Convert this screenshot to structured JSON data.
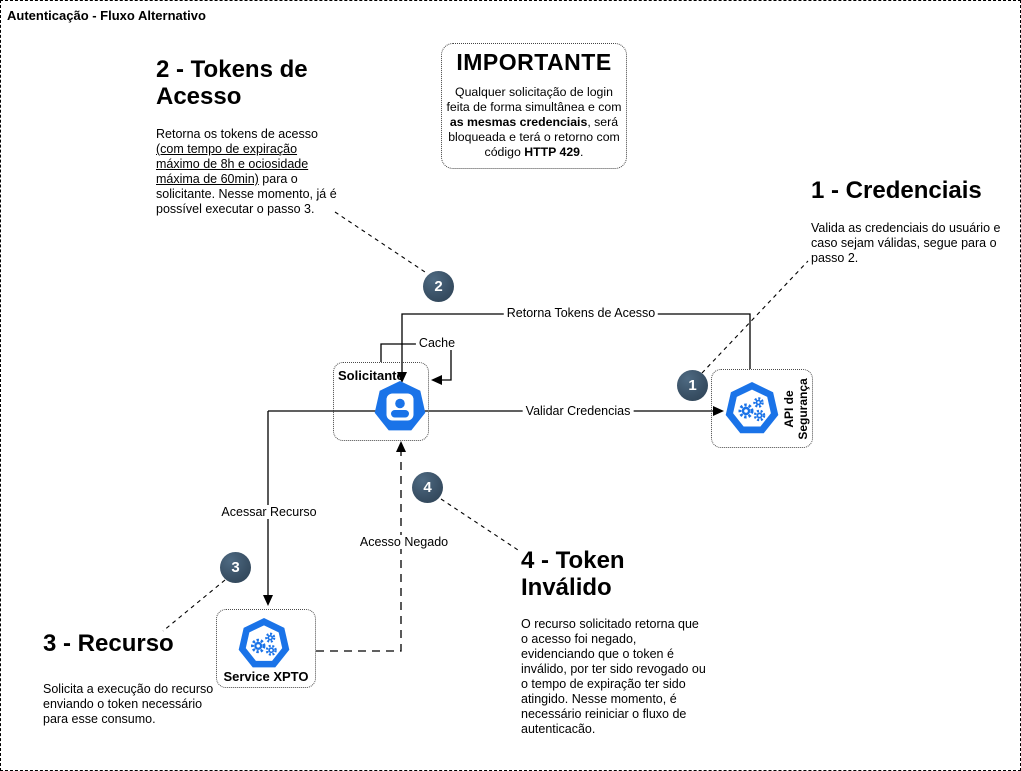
{
  "page": {
    "title": "Autenticação - Fluxo Alternativo"
  },
  "important_note": {
    "title": "IMPORTANTE",
    "body_pre": "Qualquer solicitação de login\nfeita de forma simultânea e com\n",
    "body_bold1": "as mesmas credenciais",
    "body_mid": ", será\nbloqueada e terá o retorno com\ncódigo ",
    "body_bold2": "HTTP 429",
    "body_end": "."
  },
  "steps": {
    "step1": {
      "heading": "1 - Credenciais",
      "body": "Valida as credenciais do usuário e\ncaso sejam válidas, segue para o\npasso 2."
    },
    "step2": {
      "heading": "2 - Tokens de\nAcesso",
      "body_pre": "Retorna os tokens de acesso\n",
      "body_underlined": "(com tempo de expiração\nmáximo de 8h e ociosidade\nmáxima de 60min)",
      "body_end": " para o\nsolicitante. Nesse momento, já é\npossível executar o passo 3."
    },
    "step3": {
      "heading": "3 - Recurso",
      "body": "Solicita a execução do recurso\nenviando o token necessário\npara esse consumo."
    },
    "step4": {
      "heading": "4 - Token\nInválido",
      "body": "O recurso solicitado retorna que\no acesso foi negado,\nevidenciando que o token é\ninválido, por ter sido revogado ou\no tempo de expiração ter sido\natingido. Nesse momento, é\nnecessário reiniciar o fluxo de\nautenticacão."
    }
  },
  "nodes": {
    "solicitante": {
      "label": "Solicitante",
      "icon": "user-heptagon-icon"
    },
    "api_seguranca": {
      "label": "API de\nSegurança",
      "icon": "gears-heptagon-icon"
    },
    "service_xpto": {
      "label": "Service XPTO",
      "icon": "gears-heptagon-icon"
    }
  },
  "badges": {
    "b1": "1",
    "b2": "2",
    "b3": "3",
    "b4": "4"
  },
  "edges": {
    "retorna_tokens": "Retorna Tokens de Acesso",
    "cache": "Cache",
    "validar_credencias": "Validar Credencias",
    "acessar_recurso": "Acessar Recurso",
    "acesso_negado": "Acesso Negado"
  },
  "colors": {
    "icon_blue": "#1a73e8",
    "badge_dark": "#3a5166",
    "line": "#000000",
    "background": "#ffffff"
  }
}
